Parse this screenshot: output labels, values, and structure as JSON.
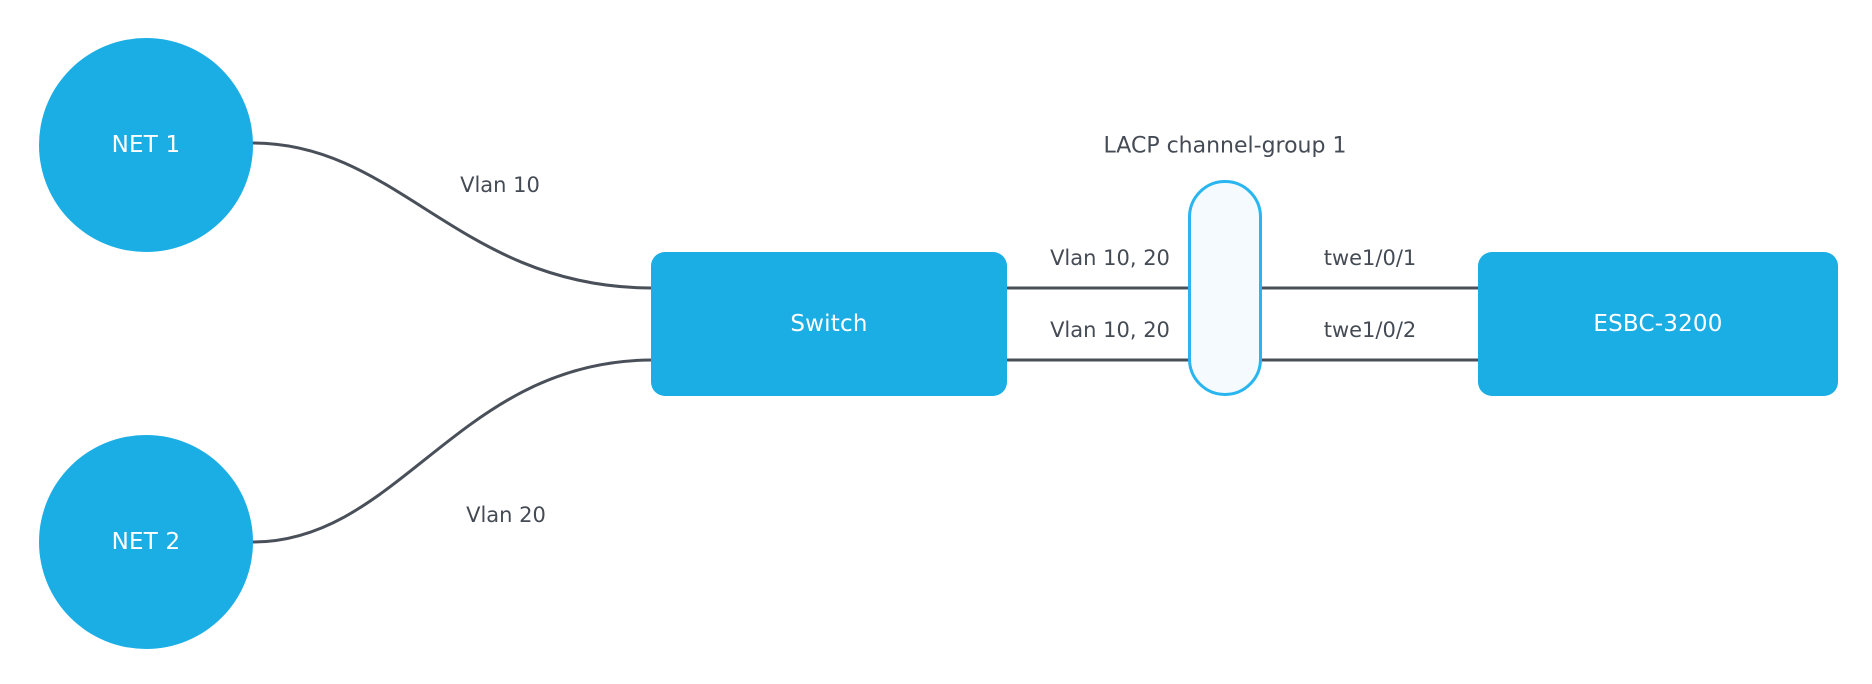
{
  "diagram": {
    "title": "",
    "colors": {
      "node_fill": "#1baee5",
      "node_text": "#ffffff",
      "link_stroke": "#4a5059",
      "label_text": "#454b55",
      "group_border": "#29b5ef",
      "group_fill": "#f4fafd",
      "background": "#ffffff"
    },
    "nodes": [
      {
        "id": "net1",
        "label": "NET 1",
        "shape": "circle"
      },
      {
        "id": "net2",
        "label": "NET 2",
        "shape": "circle"
      },
      {
        "id": "switch",
        "label": "Switch",
        "shape": "rounded-rect"
      },
      {
        "id": "esbc",
        "label": "ESBC-3200",
        "shape": "rounded-rect"
      }
    ],
    "groups": [
      {
        "id": "lacp",
        "label": "LACP channel-group 1",
        "shape": "capsule"
      }
    ],
    "links": [
      {
        "id": "net1-switch",
        "from": "net1",
        "to": "switch",
        "label": "Vlan 10",
        "style": "curved"
      },
      {
        "id": "net2-switch",
        "from": "net2",
        "to": "switch",
        "label": "Vlan 20",
        "style": "curved"
      },
      {
        "id": "switch-esbc-top",
        "from": "switch",
        "to": "esbc",
        "label": "Vlan 10, 20",
        "far_label": "twe1/0/1",
        "style": "straight"
      },
      {
        "id": "switch-esbc-bot",
        "from": "switch",
        "to": "esbc",
        "label": "Vlan 10, 20",
        "far_label": "twe1/0/2",
        "style": "straight"
      }
    ]
  }
}
